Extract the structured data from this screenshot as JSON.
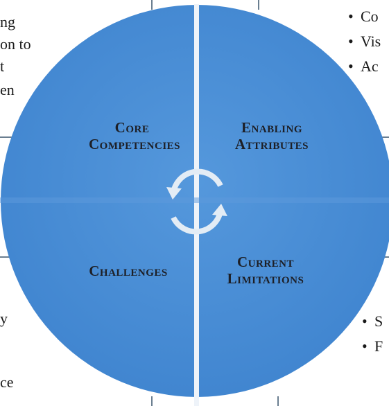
{
  "left_fragments": [
    "ng",
    "on to",
    "t",
    "en",
    "y",
    "ce"
  ],
  "right_top_bullets": [
    "Co",
    "Vis",
    "Ac"
  ],
  "right_bottom_bullets": [
    "S",
    "F"
  ],
  "quadrants": {
    "top_left": [
      "Core",
      "Competencies"
    ],
    "top_right": [
      "Enabling",
      "Attributes"
    ],
    "bottom_left": [
      "Challenges"
    ],
    "bottom_right": [
      "Current",
      "Limitations"
    ]
  },
  "colors": {
    "circle_fill": "#4a8fd6",
    "divider": "#e8eef6",
    "cycle_arrows": "#e3ecf5",
    "label_text": "#1d1f26"
  },
  "icons": {
    "cycle": "circular-arrows-icon",
    "bullet": "bullet-dot"
  }
}
